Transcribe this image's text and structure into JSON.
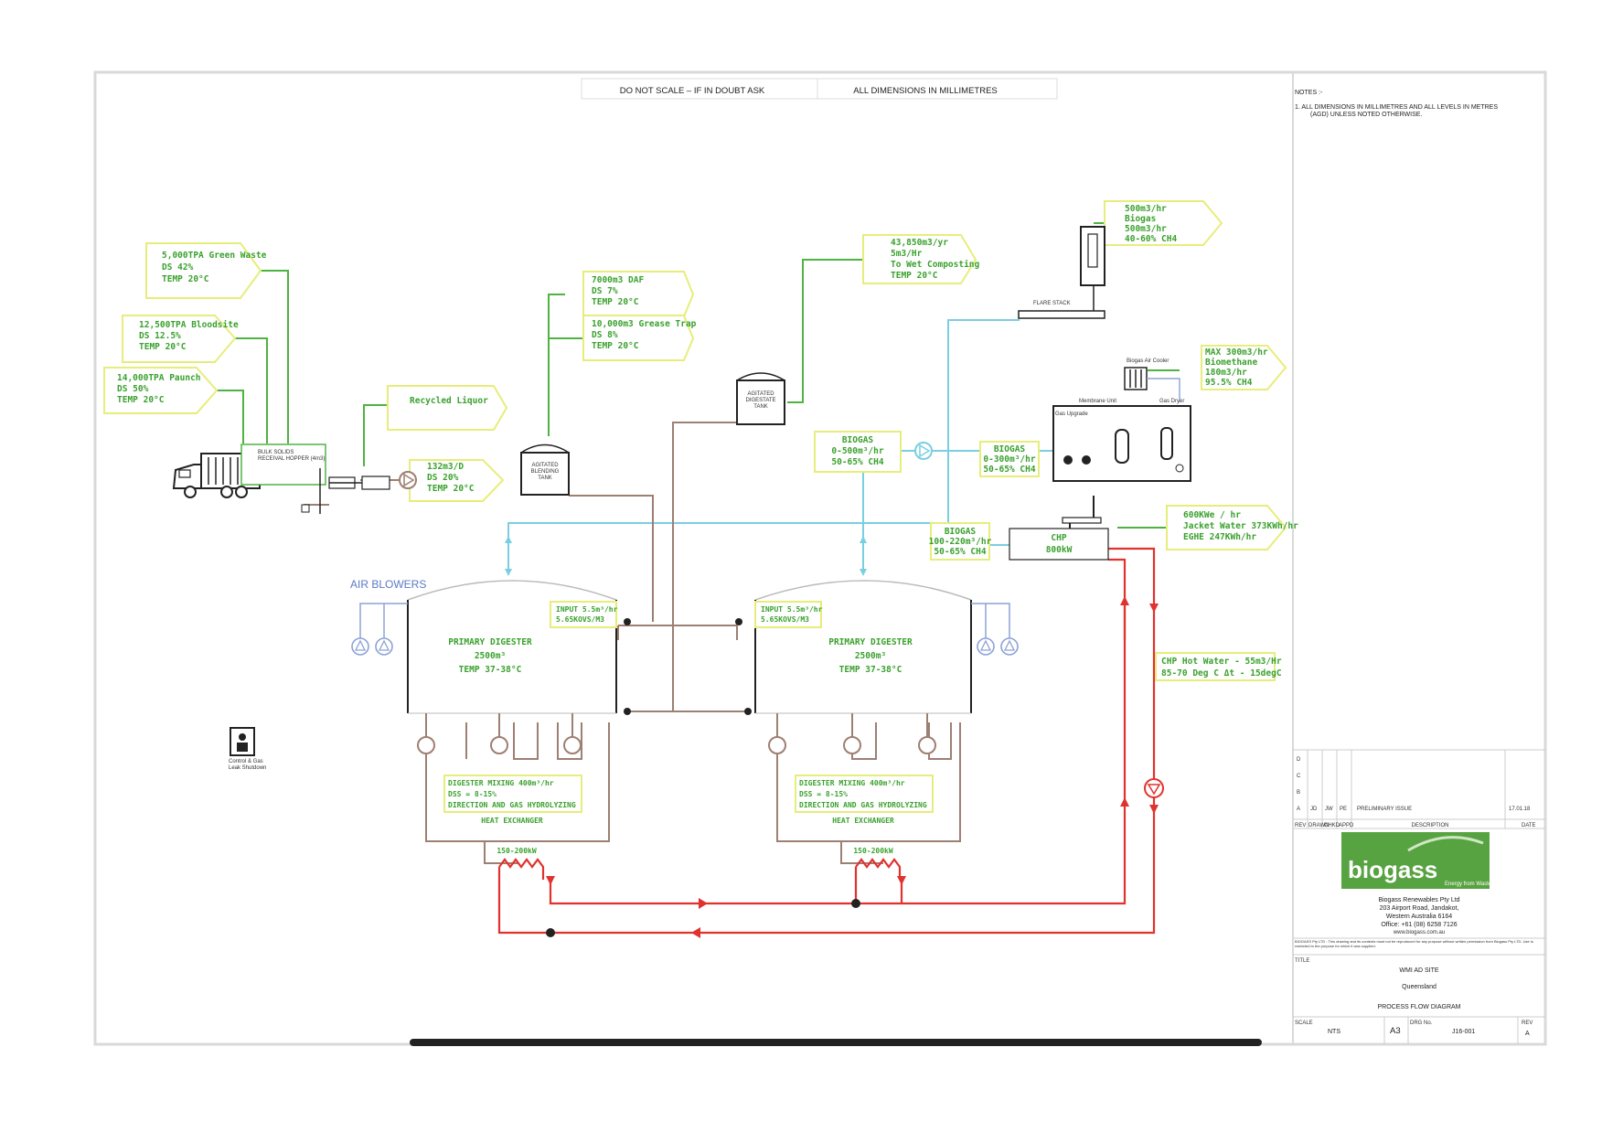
{
  "header": {
    "left": "DO NOT SCALE – IF IN DOUBT ASK",
    "right": "ALL DIMENSIONS IN MILLIMETRES"
  },
  "notes": {
    "title": "NOTES :-",
    "n1": "1.    ALL DIMENSIONS IN MILLIMETRES AND ALL LEVELS IN METRES",
    "n2": "(AGD) UNLESS NOTED OTHERWISE."
  },
  "feeds": {
    "green": [
      "5,000TPA Green Waste",
      "DS 42%",
      "TEMP 20°C"
    ],
    "bloodsite": [
      "12,500TPA Bloodsite",
      "DS 12.5%",
      "TEMP 20°C"
    ],
    "paunch": [
      "14,000TPA Paunch",
      "DS 50%",
      "TEMP 20°C"
    ],
    "liquor": [
      "Recycled Liquor"
    ],
    "daf": [
      "7000m3 DAF",
      "DS 7%",
      "TEMP 20°C"
    ],
    "grease": [
      "10,000m3 Grease Trap",
      "DS 8%",
      "TEMP 20°C"
    ],
    "compost": [
      "43,850m3/yr",
      "5m3/Hr",
      "To Wet Composting",
      "TEMP 20°C"
    ],
    "flare": [
      "500m3/hr",
      "Biogas",
      "500m3/hr",
      "40-60% CH4"
    ],
    "biomethane": [
      "MAX 300m3/hr",
      "Biomethane",
      "180m3/hr",
      "95.5% CH4"
    ],
    "chpout": [
      "600KWe / hr",
      "Jacket Water 373KWh/hr",
      "EGHE 247KWh/hr"
    ],
    "pump": [
      "132m3/D",
      "DS 20%",
      "TEMP 20°C"
    ]
  },
  "boxes": {
    "biogas1": [
      "BIOGAS",
      "0-500m³/hr",
      "50-65% CH4"
    ],
    "biogas2": [
      "BIOGAS",
      "0-300m³/hr",
      "50-65% CH4"
    ],
    "biogas3": [
      "BIOGAS",
      "100-220m³/hr",
      "50-65% CH4"
    ],
    "chp": [
      "CHP",
      "800kW"
    ],
    "hotwater": [
      "CHP Hot Water - 55m3/Hr",
      "85-70 Deg C Δt - 15degC"
    ],
    "input": [
      "INPUT 5.5m³/hr",
      "5.65KOVS/M3"
    ],
    "dig": [
      "PRIMARY DIGESTER",
      "2500m³",
      "TEMP 37-38°C"
    ],
    "mixing": [
      "DIGESTER MIXING 400m³/hr",
      "DSS = 8-15%",
      "DIRECTION AND GAS HYDROLYZING"
    ],
    "hx": "HEAT EXCHANGER",
    "hxval": "150-200kW"
  },
  "small": {
    "hopper": [
      "BULK SOLIDS",
      "RECEIVAL HOPPER (4m3)"
    ],
    "tank1": [
      "AGITATED",
      "BLENDING",
      "TANK"
    ],
    "tank2": [
      "AGITATED",
      "DIGESTATE",
      "TANK"
    ],
    "flarestack": "FLARE STACK",
    "upgrade": [
      "Gas Upgrade",
      "Membrane Unit",
      "Gas Dryer",
      "Biogas Air Cooler"
    ],
    "control": [
      "Control & Gas",
      "Leak Shutdown"
    ]
  },
  "air_blowers": "AIR BLOWERS",
  "title_block": {
    "revisions": [
      [
        "D",
        "",
        ""
      ],
      [
        "C",
        "",
        ""
      ],
      [
        "B",
        "",
        ""
      ],
      [
        "A",
        "JD",
        "JW",
        "PE",
        "PRELIMINARY ISSUE",
        "17.01.18"
      ]
    ],
    "rev_headers": [
      "REV",
      "DRAWN",
      "CHKD",
      "APPD",
      "DESCRIPTION",
      "DATE"
    ],
    "logo_main": "biogass",
    "logo_sub": "Energy from Waste",
    "company": [
      "Biogass Renewables Pty Ltd",
      "203 Airport Road, Jandakot,",
      "Western Australia 6164",
      "Office: +61 (08) 6258 7126",
      "www.biogass.com.au"
    ],
    "copyright": "BIOGASS Pty LTD : This drawing and its contents must not be reproduced for any purpose without written permission from Biogass Pty LTD. Use is restricted to the purpose for which it was supplied.",
    "title_label": "TITLE",
    "site": "WMI AD SITE",
    "state": "Queensland",
    "drawing": "PROCESS FLOW DIAGRAM",
    "scale_label": "SCALE",
    "scale": "NTS",
    "size": "A3",
    "drg_label": "DRG No.",
    "drg": "J16-001",
    "rev_label": "REV",
    "rev": "A"
  }
}
